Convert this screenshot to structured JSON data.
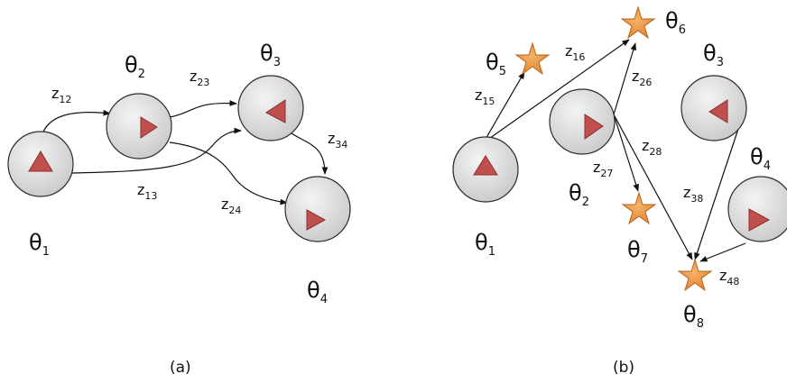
{
  "colors": {
    "node_fill_light": "#f4f4f4",
    "node_fill_dark": "#c9c9c9",
    "node_stroke": "#2b2b2b",
    "triangle_fill": "#c0504d",
    "triangle_stroke": "#8c2f2c",
    "star_fill": "#f0953a",
    "star_stroke": "#b5651d",
    "edge": "#111111"
  },
  "panel_a": {
    "caption": "(a)",
    "nodes": {
      "theta1": {
        "label": "θ",
        "sub": "1"
      },
      "theta2": {
        "label": "θ",
        "sub": "2"
      },
      "theta3": {
        "label": "θ",
        "sub": "3"
      },
      "theta4": {
        "label": "θ",
        "sub": "4"
      }
    },
    "edges": {
      "z12": {
        "label": "z",
        "sub": "12"
      },
      "z23": {
        "label": "z",
        "sub": "23"
      },
      "z13": {
        "label": "z",
        "sub": "13"
      },
      "z24": {
        "label": "z",
        "sub": "24"
      },
      "z34": {
        "label": "z",
        "sub": "34"
      }
    }
  },
  "panel_b": {
    "caption": "(b)",
    "nodes": {
      "theta1": {
        "label": "θ",
        "sub": "1"
      },
      "theta2": {
        "label": "θ",
        "sub": "2"
      },
      "theta3": {
        "label": "θ",
        "sub": "3"
      },
      "theta4": {
        "label": "θ",
        "sub": "4"
      },
      "theta5": {
        "label": "θ",
        "sub": "5"
      },
      "theta6": {
        "label": "θ",
        "sub": "6"
      },
      "theta7": {
        "label": "θ",
        "sub": "7"
      },
      "theta8": {
        "label": "θ",
        "sub": "8"
      }
    },
    "edges": {
      "z15": {
        "label": "z",
        "sub": "15"
      },
      "z16": {
        "label": "z",
        "sub": "16"
      },
      "z26": {
        "label": "z",
        "sub": "26"
      },
      "z27": {
        "label": "z",
        "sub": "27"
      },
      "z28": {
        "label": "z",
        "sub": "28"
      },
      "z38": {
        "label": "z",
        "sub": "38"
      },
      "z48": {
        "label": "z",
        "sub": "48"
      }
    }
  }
}
